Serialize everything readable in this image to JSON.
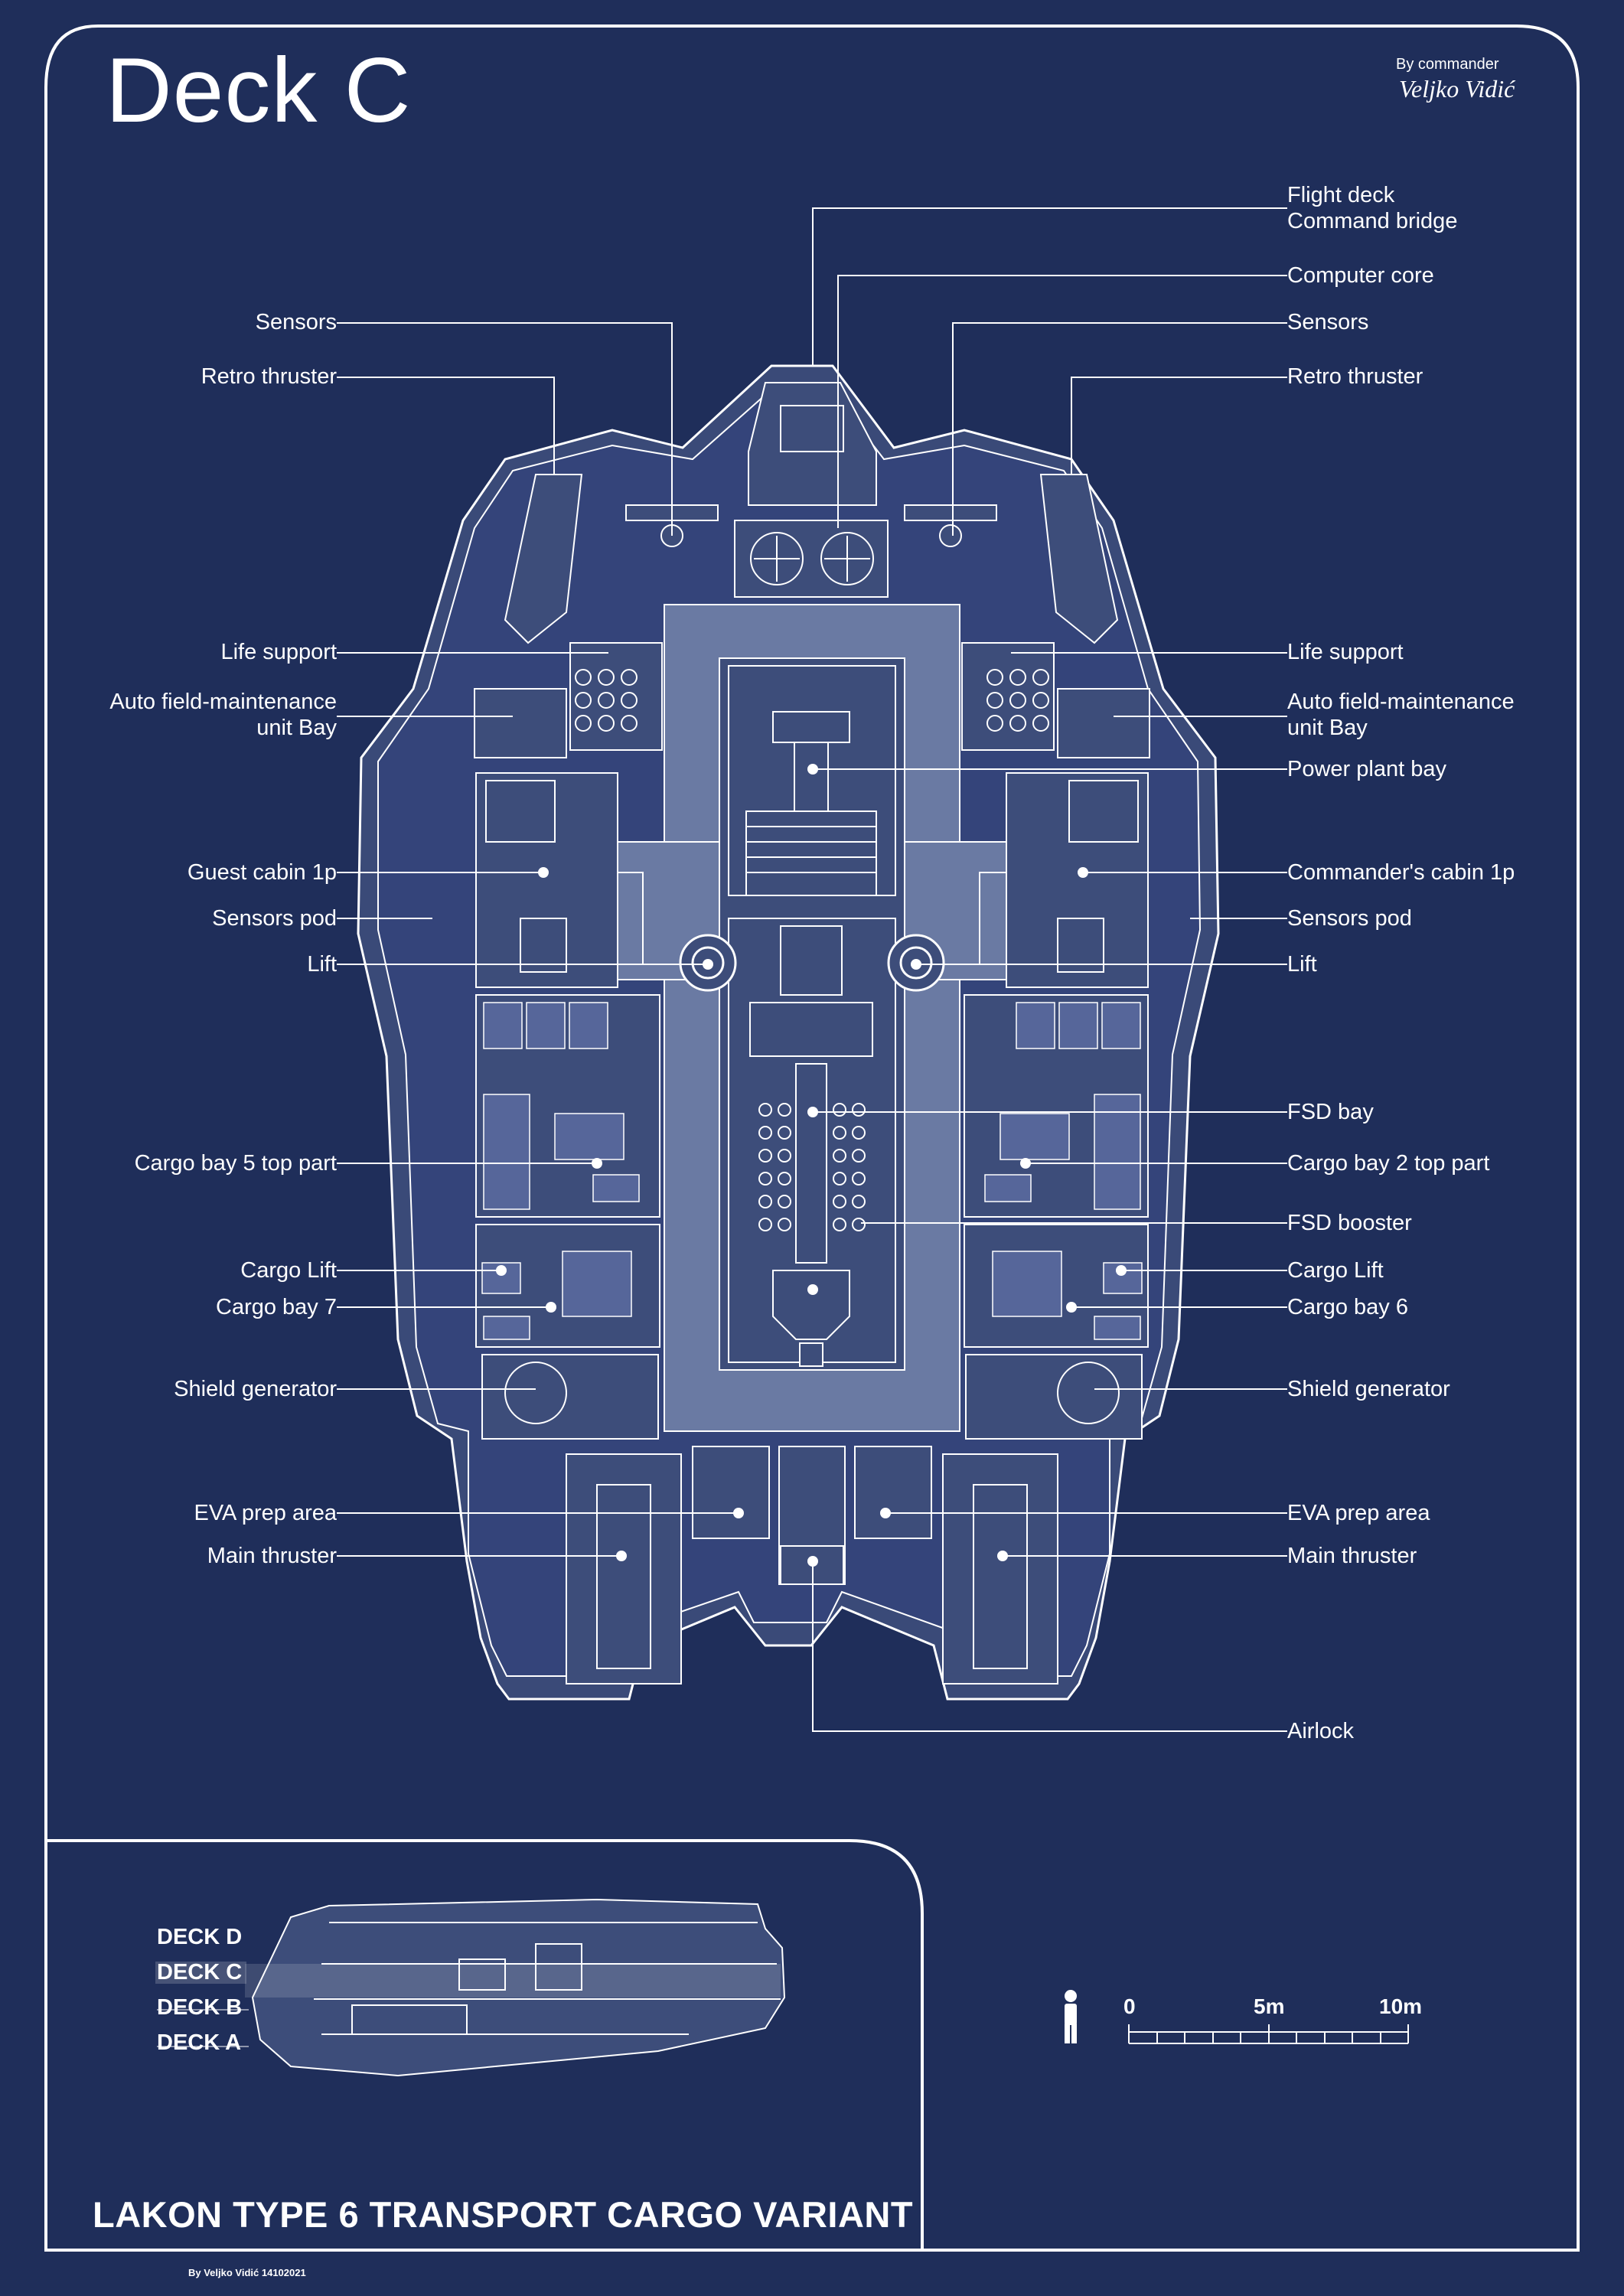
{
  "title": "Deck C",
  "credit": {
    "byline": "By commander",
    "signature": "Veljko Vidić"
  },
  "callouts_left": [
    {
      "id": "sensors-l",
      "text": "Sensors"
    },
    {
      "id": "retro-thruster-l",
      "text": "Retro thruster"
    },
    {
      "id": "life-support-l",
      "text": "Life support"
    },
    {
      "id": "afmu-bay-l",
      "text": "Auto field-maintenance",
      "text2": "unit Bay"
    },
    {
      "id": "guest-cabin",
      "text": "Guest cabin 1p"
    },
    {
      "id": "sensors-pod-l",
      "text": "Sensors pod"
    },
    {
      "id": "lift-l",
      "text": "Lift"
    },
    {
      "id": "cargo-bay-5",
      "text": "Cargo bay 5 top part"
    },
    {
      "id": "cargo-lift-l",
      "text": "Cargo Lift"
    },
    {
      "id": "cargo-bay-7",
      "text": "Cargo bay 7"
    },
    {
      "id": "shield-generator-l",
      "text": "Shield generator"
    },
    {
      "id": "eva-prep-l",
      "text": "EVA prep area"
    },
    {
      "id": "main-thruster-l",
      "text": "Main thruster"
    }
  ],
  "callouts_right": [
    {
      "id": "flight-deck",
      "text": "Flight deck",
      "text2": "Command bridge"
    },
    {
      "id": "computer-core",
      "text": "Computer core"
    },
    {
      "id": "sensors-r",
      "text": "Sensors"
    },
    {
      "id": "retro-thruster-r",
      "text": "Retro thruster"
    },
    {
      "id": "life-support-r",
      "text": "Life support"
    },
    {
      "id": "afmu-bay-r",
      "text": "Auto field-maintenance",
      "text2": "unit Bay"
    },
    {
      "id": "power-plant-bay",
      "text": "Power plant bay"
    },
    {
      "id": "commanders-cabin",
      "text": "Commander's cabin 1p"
    },
    {
      "id": "sensors-pod-r",
      "text": "Sensors pod"
    },
    {
      "id": "lift-r",
      "text": "Lift"
    },
    {
      "id": "fsd-bay",
      "text": "FSD bay"
    },
    {
      "id": "cargo-bay-2",
      "text": "Cargo bay 2 top part"
    },
    {
      "id": "fsd-booster",
      "text": "FSD booster"
    },
    {
      "id": "cargo-lift-r",
      "text": "Cargo Lift"
    },
    {
      "id": "cargo-bay-6",
      "text": "Cargo bay 6"
    },
    {
      "id": "shield-generator-r",
      "text": "Shield generator"
    },
    {
      "id": "eva-prep-r",
      "text": "EVA prep area"
    },
    {
      "id": "main-thruster-r",
      "text": "Main thruster"
    },
    {
      "id": "airlock",
      "text": "Airlock"
    }
  ],
  "decks": [
    {
      "label": "DECK D",
      "active": false
    },
    {
      "label": "DECK C",
      "active": true
    },
    {
      "label": "DECK B",
      "active": false
    },
    {
      "label": "DECK A",
      "active": false
    }
  ],
  "scale": {
    "zero": "0",
    "mid": "5m",
    "max": "10m"
  },
  "ship_name": "LAKON TYPE 6 TRANSPORT CARGO VARIANT",
  "footer": "By Veljko Vidić 14102021",
  "colors": {
    "background": "#1f2e5a",
    "line": "#ffffff",
    "hull_fill": "#3d4d7a",
    "corridor_fill": "#6a7aa3"
  }
}
